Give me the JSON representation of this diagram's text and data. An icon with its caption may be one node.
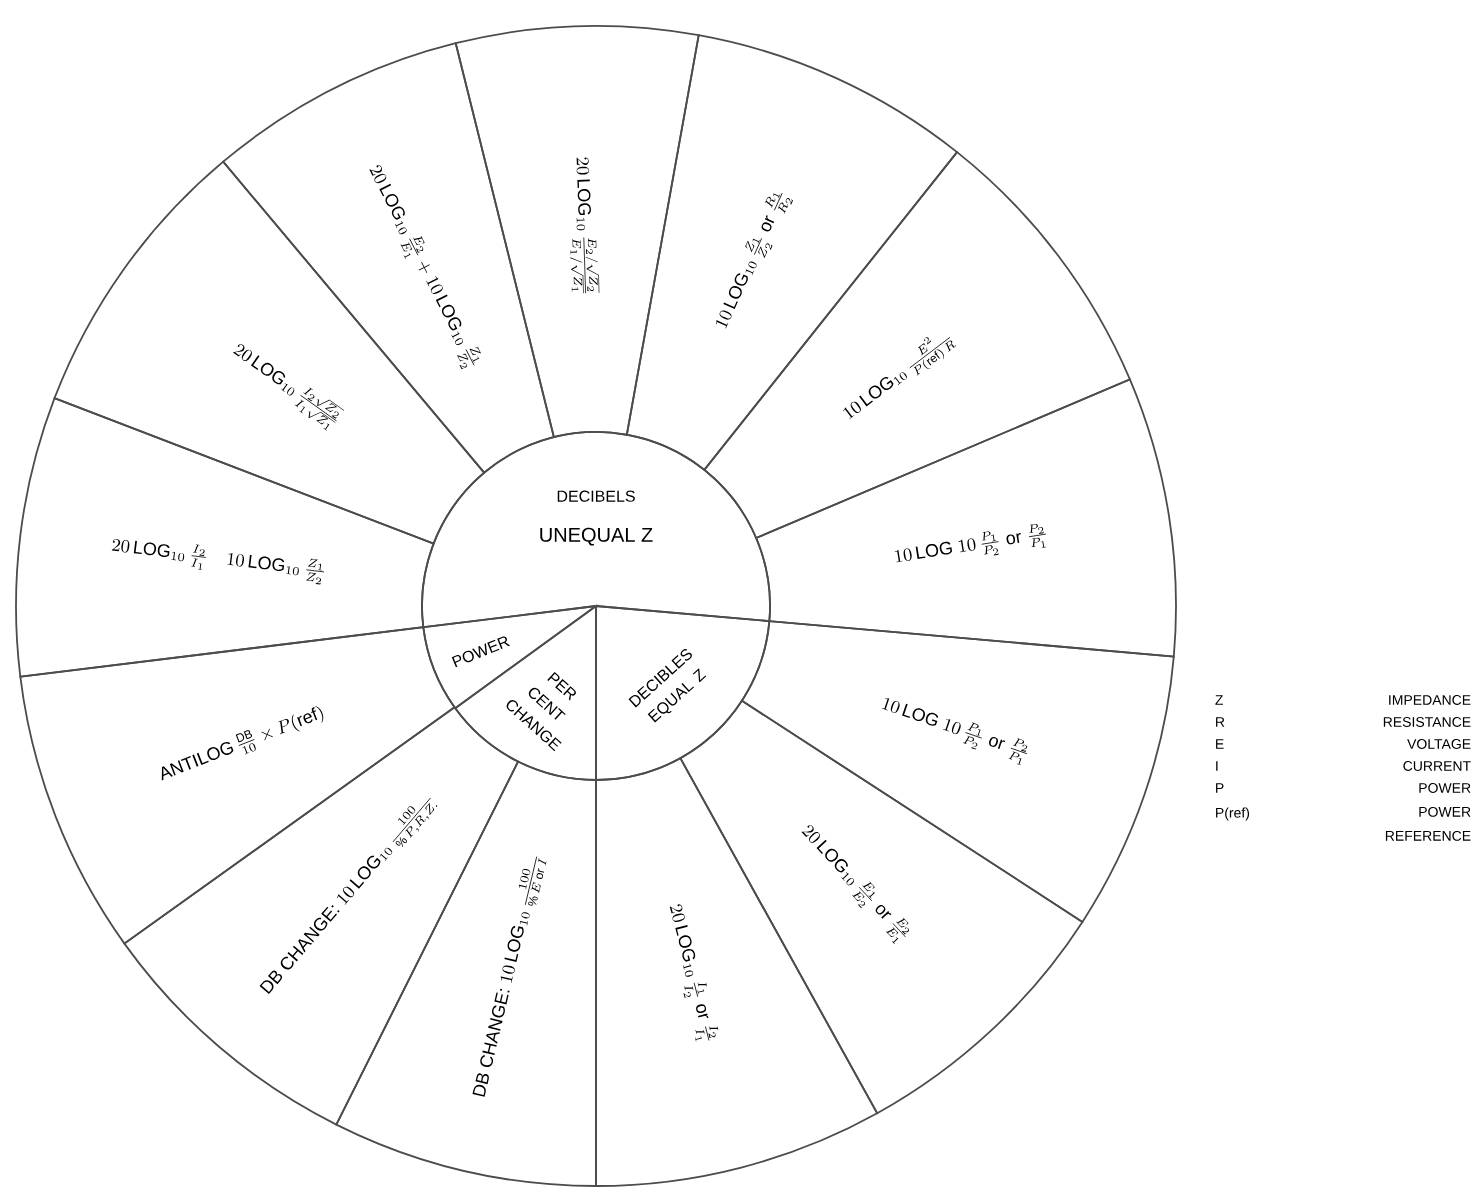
{
  "diagram": {
    "nodes": [
      {
        "text": [
          "20\\,\\mathrm{LOG}_{10}\\,\\frac{E_2/\\sqrt{Z_2}}{E_1/\\sqrt{Z_1}}"
        ]
      },
      {
        "text": [
          "20\\,\\mathrm{LOG}_{10}\\,\\frac{E_2}{E_1}+10\\,\\mathrm{LOG}_{10}\\,\\frac{Z_1}{Z_2}"
        ]
      },
      {
        "text": [
          "20\\,\\mathrm{LOG}_{10}\\,\\frac{I_2\\sqrt{Z_2}}{I_1\\sqrt{Z_1}}"
        ]
      },
      {
        "text": [
          "20\\,\\mathrm{LOG}_{10}\\,\\frac{I_2}{I_1}\\quad 10\\,\\mathrm{LOG}_{10}\\,\\frac{Z_1}{Z_2}"
        ]
      },
      {
        "text": [
          "\\mathrm{ANTILOG}\\,\\frac{\\mathrm{DB}}{10}\\times P(\\mathrm{ref})"
        ]
      },
      {
        "text": [
          "\\text{DB CHANGE:}\\ 10\\,\\mathrm{LOG}_{10}\\,\\frac{100}{\\%\\,P,R,Z.}"
        ]
      },
      {
        "text": [
          "\\text{DB CHANGE:}\\ 10\\,\\mathrm{LOG}_{10}\\,\\frac{100}{\\%\\,E\\text{ or }I}"
        ]
      },
      {
        "text": [
          "20\\,\\mathrm{LOG}_{10}\\,\\frac{I_1}{I_2}\\text{ or }\\frac{I_2}{I_1}"
        ]
      },
      {
        "text": [
          "20\\,\\mathrm{LOG}_{10}\\,\\frac{E_1}{E_2}\\text{ or }\\frac{E_2}{E_1}"
        ]
      },
      {
        "text": [
          "10\\,\\mathrm{LOG}\\ 10\\,\\frac{P_1}{P_2}\\text{ or }\\frac{P_2}{P_1}"
        ]
      },
      {
        "text": [
          "10\\,\\mathrm{LOG}\\ 10\\,\\frac{P_1}{P_2}\\text{ or }\\frac{P_2}{P_1}"
        ]
      },
      {
        "text": [
          "10\\,\\mathrm{LOG}_{10}\\,\\frac{E^2}{P(\\mathrm{ref})\\,R}"
        ]
      },
      {
        "text": [
          "10\\,\\mathrm{LOG}_{10}\\,\\frac{Z_1}{Z_2}\\text{ or }\\frac{R_1}{R_2}"
        ]
      },
      {
        "text": [
          "DECIBELS",
          "UNEQUAL Z"
        ]
      },
      {
        "text": [
          "POWER"
        ]
      },
      {
        "text": [
          "PER CENT CHANGE"
        ]
      },
      {
        "text": [
          "DECIBLES EQUAL Z"
        ]
      }
    ],
    "labels": [
      "Z",
      "IMPEDANCE",
      "R",
      "RESISTANCE",
      "E",
      "VOLTAGE",
      "I",
      "CURRENT",
      "P",
      "POWER",
      "P(ref)",
      "POWER REFERENCE"
    ]
  }
}
